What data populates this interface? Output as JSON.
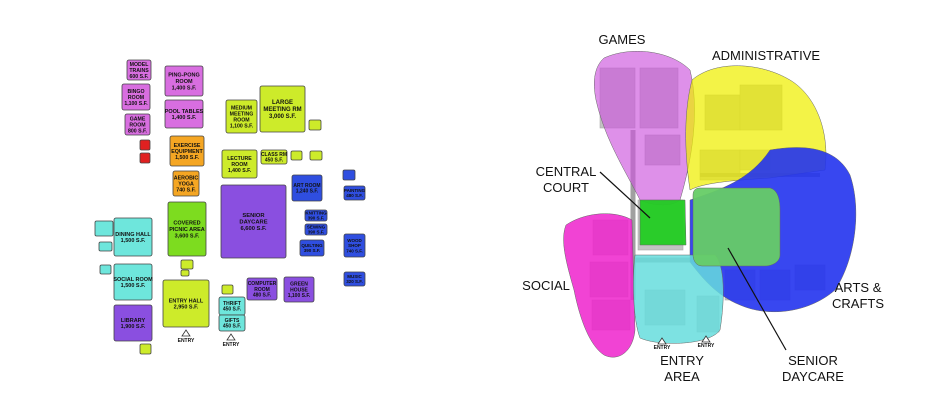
{
  "left_plan": {
    "entry_labels": [
      "ENTRY",
      "ENTRY"
    ],
    "rooms": [
      {
        "id": "model-trains",
        "lines": [
          "MODEL",
          "TRAINS",
          "600 S.F."
        ],
        "color": "#d86ee0"
      },
      {
        "id": "bingo-room",
        "lines": [
          "BINGO",
          "ROOM",
          "1,100 S.F."
        ],
        "color": "#d86ee0"
      },
      {
        "id": "game-room",
        "lines": [
          "GAME",
          "ROOM",
          "800 S.F."
        ],
        "color": "#d86ee0"
      },
      {
        "id": "ping-pong-room",
        "lines": [
          "PING-PONG",
          "ROOM",
          "1,400 S.F."
        ],
        "color": "#d86ee0"
      },
      {
        "id": "pool-tables",
        "lines": [
          "POOL TABLES",
          "1,400 S.F."
        ],
        "color": "#d86ee0"
      },
      {
        "id": "exercise-equipment",
        "lines": [
          "EXERCISE",
          "EQUIPMENT",
          "1,500 S.F."
        ],
        "color": "#f5a623"
      },
      {
        "id": "aerobic-yoga",
        "lines": [
          "AEROBIC",
          "YOGA",
          "740 S.F."
        ],
        "color": "#f5a623"
      },
      {
        "id": "covered-picnic-area",
        "lines": [
          "COVERED",
          "PICNIC AREA",
          "3,600 S.F."
        ],
        "color": "#7ddc1f"
      },
      {
        "id": "senior-daycare",
        "lines": [
          "SENIOR",
          "DAYCARE",
          "6,600 S.F."
        ],
        "color": "#8a4fe0"
      },
      {
        "id": "medium-meeting-room",
        "lines": [
          "MEDIUM",
          "MEETING",
          "ROOM",
          "1,100 S.F."
        ],
        "color": "#cdeb2a"
      },
      {
        "id": "large-meeting-rm",
        "lines": [
          "LARGE",
          "MEETING RM",
          "3,000 S.F."
        ],
        "color": "#cdeb2a"
      },
      {
        "id": "lecture-room",
        "lines": [
          "LECTURE",
          "ROOM",
          "1,400 S.F."
        ],
        "color": "#cdeb2a"
      },
      {
        "id": "class-rm",
        "lines": [
          "CLASS RM",
          "450 S.F."
        ],
        "color": "#cdeb2a"
      },
      {
        "id": "art-room",
        "lines": [
          "ART ROOM",
          "1,240 S.F."
        ],
        "color": "#2f4ee0"
      },
      {
        "id": "painting",
        "lines": [
          "PAINTING",
          "480 S.F."
        ],
        "color": "#2f4ee0"
      },
      {
        "id": "knitting",
        "lines": [
          "KNITTING",
          "390 S.F."
        ],
        "color": "#2f4ee0"
      },
      {
        "id": "sewing",
        "lines": [
          "SEWING",
          "390 S.F."
        ],
        "color": "#2f4ee0"
      },
      {
        "id": "quilting",
        "lines": [
          "QUILTING",
          "390 S.F."
        ],
        "color": "#2f4ee0"
      },
      {
        "id": "wood-shop",
        "lines": [
          "WOOD",
          "SHOP",
          "740 S.F."
        ],
        "color": "#2f4ee0"
      },
      {
        "id": "music",
        "lines": [
          "MUSIC",
          "320 S.F."
        ],
        "color": "#2f4ee0"
      },
      {
        "id": "dining-hall",
        "lines": [
          "DINING HALL",
          "1,500 S.F."
        ],
        "color": "#6ee6dc"
      },
      {
        "id": "social-room",
        "lines": [
          "SOCIAL ROOM",
          "1,500 S.F."
        ],
        "color": "#6ee6dc"
      },
      {
        "id": "library",
        "lines": [
          "LIBRARY",
          "1,900 S.F."
        ],
        "color": "#8a4fe0"
      },
      {
        "id": "entry-hall",
        "lines": [
          "ENTRY HALL",
          "2,950 S.F."
        ],
        "color": "#cdeb2a"
      },
      {
        "id": "thrift",
        "lines": [
          "THRIFT",
          "450 S.F."
        ],
        "color": "#6ee6dc"
      },
      {
        "id": "gifts",
        "lines": [
          "GIFTS",
          "450 S.F."
        ],
        "color": "#6ee6dc"
      },
      {
        "id": "computer-room",
        "lines": [
          "COMPUTER",
          "ROOM",
          "480 S.F."
        ],
        "color": "#8a4fe0"
      },
      {
        "id": "green-house",
        "lines": [
          "GREEN",
          "HOUSE",
          "1,100 S.F."
        ],
        "color": "#8a4fe0"
      }
    ],
    "small_rooms": [
      {
        "id": "small-red-1",
        "color": "#e02020"
      },
      {
        "id": "small-red-2",
        "color": "#e02020"
      },
      {
        "id": "small-green-1",
        "color": "#cdeb2a"
      },
      {
        "id": "small-green-2",
        "color": "#cdeb2a"
      },
      {
        "id": "small-green-3",
        "color": "#cdeb2a"
      },
      {
        "id": "small-green-4",
        "color": "#cdeb2a"
      },
      {
        "id": "small-green-5",
        "color": "#cdeb2a"
      },
      {
        "id": "small-green-6",
        "color": "#cdeb2a"
      },
      {
        "id": "small-green-7",
        "color": "#cdeb2a"
      },
      {
        "id": "small-green-8",
        "color": "#cdeb2a"
      },
      {
        "id": "small-cyan-1",
        "color": "#6ee6dc"
      },
      {
        "id": "small-cyan-2",
        "color": "#6ee6dc"
      },
      {
        "id": "small-cyan-3",
        "color": "#6ee6dc"
      },
      {
        "id": "small-blue-1",
        "color": "#2f4ee0"
      }
    ]
  },
  "right_plan": {
    "zones": [
      {
        "id": "games",
        "lines": [
          "GAMES"
        ],
        "color": "#cc55dd"
      },
      {
        "id": "administrative",
        "lines": [
          "ADMINISTRATIVE"
        ],
        "color": "#eeee00"
      },
      {
        "id": "central-court",
        "lines": [
          "CENTRAL",
          "COURT"
        ],
        "color": "#22cc22"
      },
      {
        "id": "social",
        "lines": [
          "SOCIAL"
        ],
        "color": "#ee22cc"
      },
      {
        "id": "arts-crafts",
        "lines": [
          "ARTS &",
          "CRAFTS"
        ],
        "color": "#2233ee"
      },
      {
        "id": "entry-area",
        "lines": [
          "ENTRY",
          "AREA"
        ],
        "color": "#66dddd"
      },
      {
        "id": "senior-daycare-zone",
        "lines": [
          "SENIOR",
          "DAYCARE"
        ],
        "color": "#66cc66"
      }
    ]
  }
}
